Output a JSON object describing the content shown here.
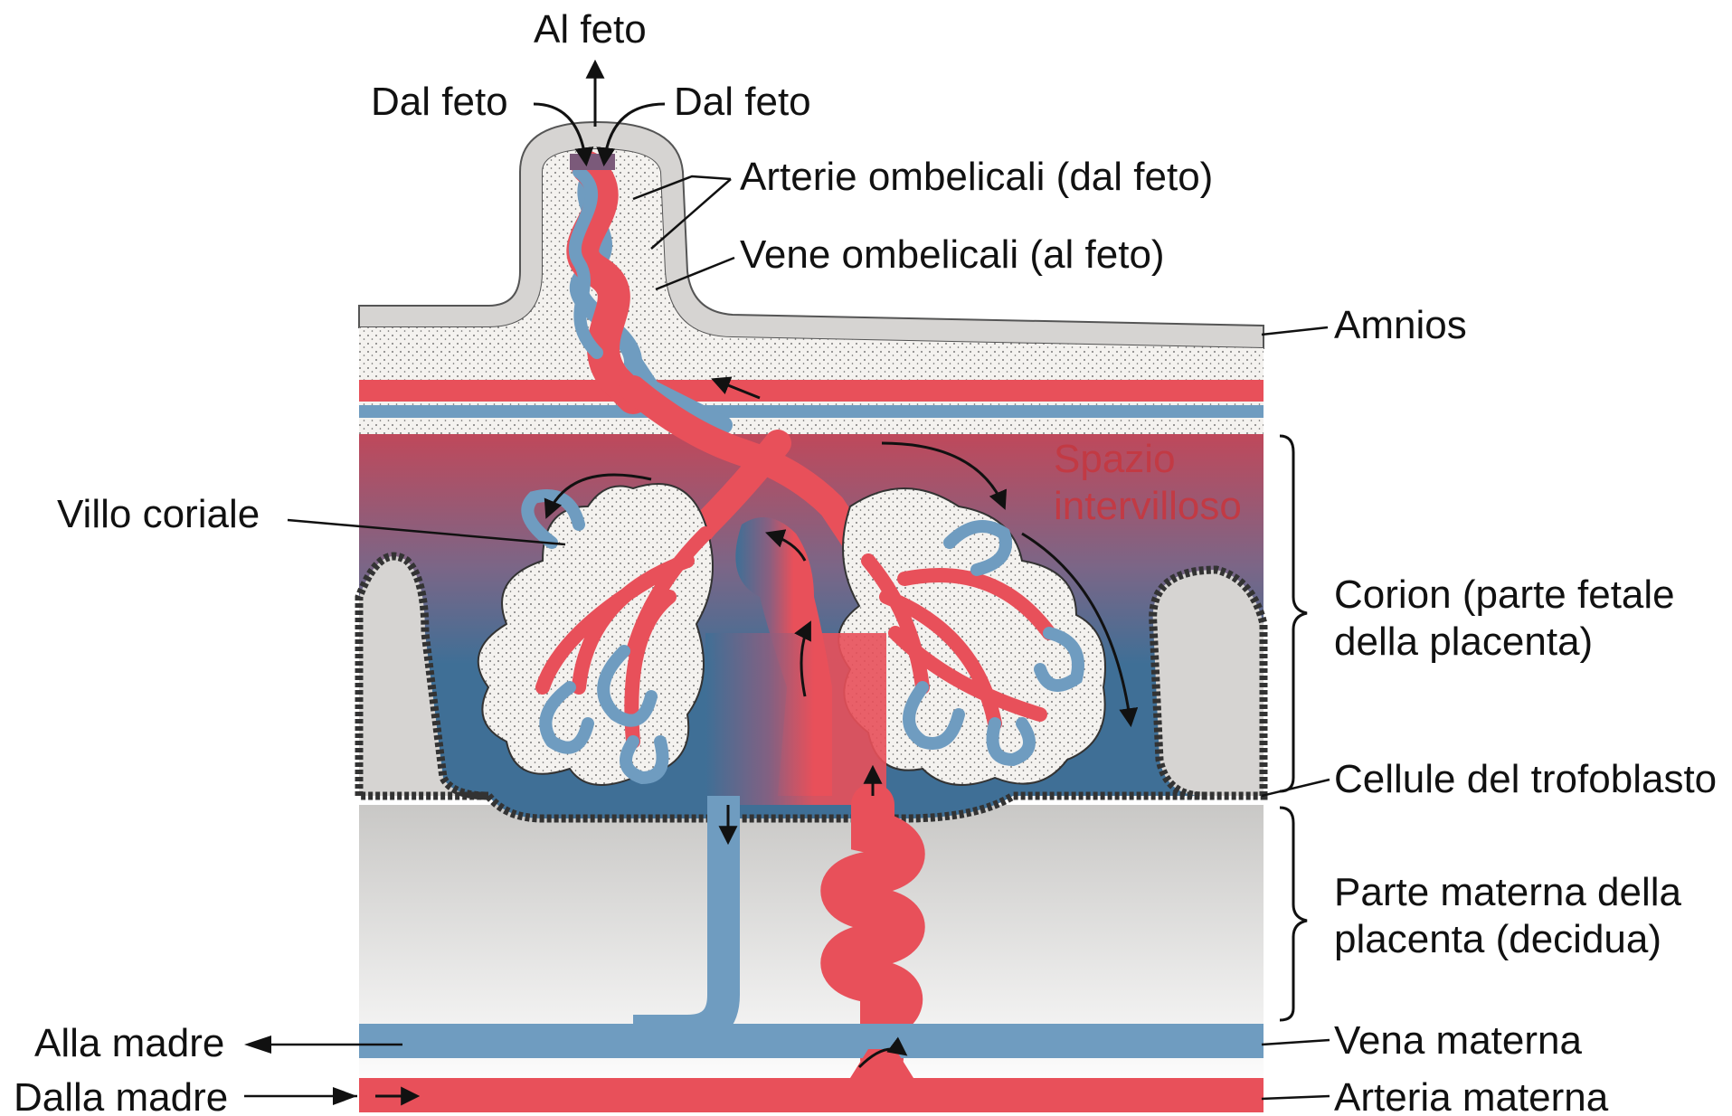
{
  "labels": {
    "al_feto": "Al feto",
    "dal_feto_left": "Dal feto",
    "dal_feto_right": "Dal feto",
    "arterie_ombelicali": "Arterie ombelicali (dal feto)",
    "vene_ombelicali": "Vene ombelicali (al feto)",
    "amnios": "Amnios",
    "spazio_line1": "Spazio",
    "spazio_line2": "intervilloso",
    "villo_coriale": "Villo coriale",
    "corion_line1": "Corion (parte fetale",
    "corion_line2": "della placenta)",
    "trofoblasto": "Cellule del trofoblasto",
    "materna_line1": "Parte materna della",
    "materna_line2": "placenta (decidua)",
    "alla_madre": "Alla madre",
    "vena_materna": "Vena materna",
    "dalla_madre": "Dalla madre",
    "arteria_materna": "Arteria materna"
  },
  "colors": {
    "artery_red": "#e8505a",
    "vein_blue": "#6f9cc0",
    "deep_blue": "#3f6f96",
    "membrane_grey": "#d6d4d2",
    "text_red": "#c23a44"
  }
}
